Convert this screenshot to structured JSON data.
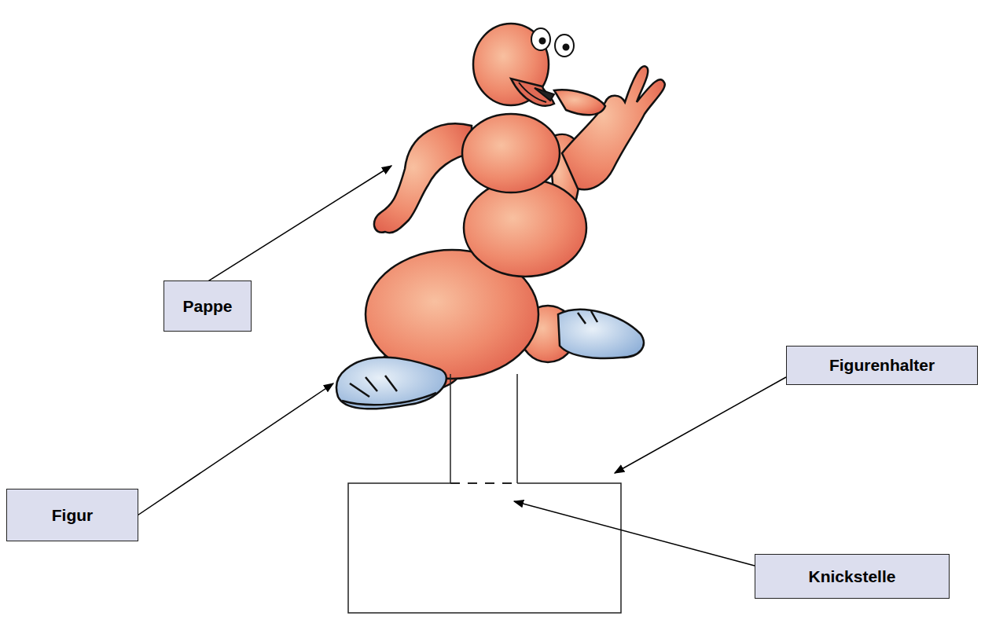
{
  "diagram": {
    "nodes": [
      {
        "text": [
          "Pappe"
        ]
      },
      {
        "text": [
          "Figurenhalter"
        ]
      },
      {
        "text": [
          "Figur"
        ]
      },
      {
        "text": [
          "Knickstelle"
        ]
      }
    ]
  }
}
